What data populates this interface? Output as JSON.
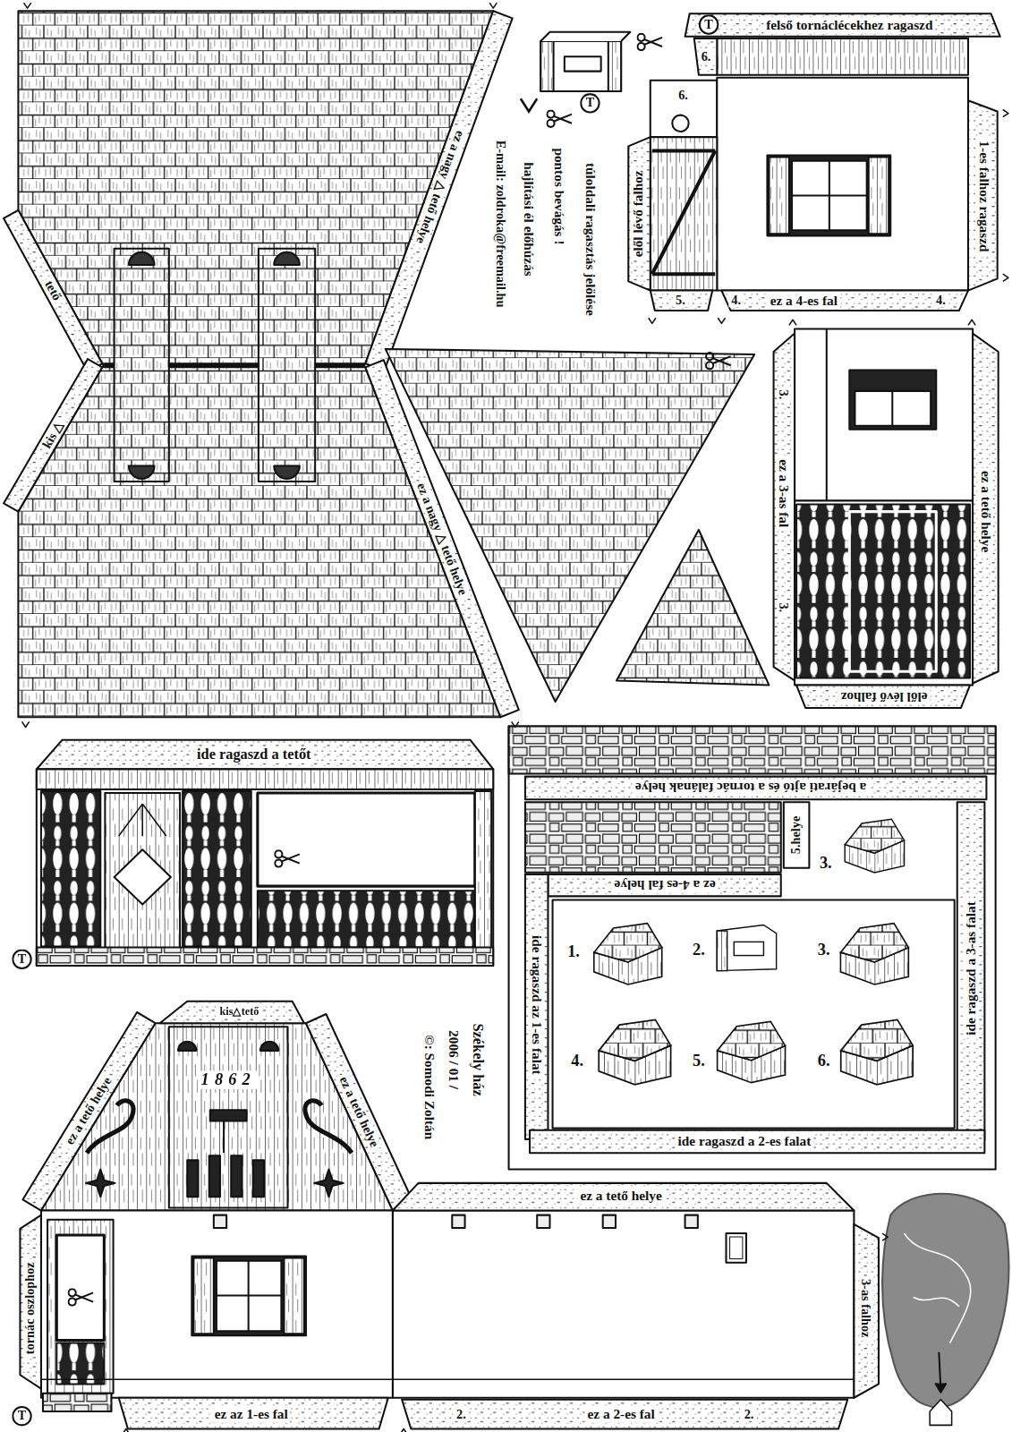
{
  "diagram": {
    "title": "Székely ház",
    "nodes": [
      {
        "text": [
          "tető",
          "kis △",
          "ez a nagy △ tető helye",
          "ez a nagy △ tető helye"
        ]
      },
      {
        "text": [
          "felső tornáclécekhez ragaszd",
          "6.",
          "6.",
          "elől lévő falhoz",
          "1-es falhoz ragaszd",
          "5.",
          "4.",
          "ez a 4-es fal",
          "4."
        ]
      },
      {
        "text": [
          "3.",
          "ez a 3-as fal",
          "3.",
          "ez a tető helye",
          "elől lévő falhoz"
        ]
      },
      {
        "text": [
          "ide ragaszd a tetőt"
        ]
      },
      {
        "text": [
          "a bejárati ajtó és a tornác falának helye",
          "5.helye",
          "ez a 4-es fal helye",
          "ide ragaszd az 1-es falat",
          "ide ragaszd a 3-as falat",
          "ide ragaszd a 2-es falat",
          "3.",
          "1.",
          "2.",
          "3.",
          "4.",
          "5.",
          "6."
        ]
      },
      {
        "text": [
          "kis△tető",
          "ez a tető helye",
          "ez a tető helye",
          "1862",
          "tornác oszlophoz",
          "ez az 1-es fal"
        ]
      },
      {
        "text": [
          "ez a tető helye",
          "2.",
          "ez a 2-es fal",
          "2.",
          "3-as falhoz"
        ]
      }
    ],
    "labels": [
      "T",
      "T",
      "E-mail: zoldroka@freemail.hu",
      "T",
      "2006 / 01 /",
      "©: Somodi Zoltán",
      "T"
    ],
    "legend": [
      {
        "text": "túloldali ragasztás jelölése"
      },
      {
        "text": "pontos bevágás !"
      },
      {
        "text": "hajlítási él előhúzás"
      }
    ]
  }
}
